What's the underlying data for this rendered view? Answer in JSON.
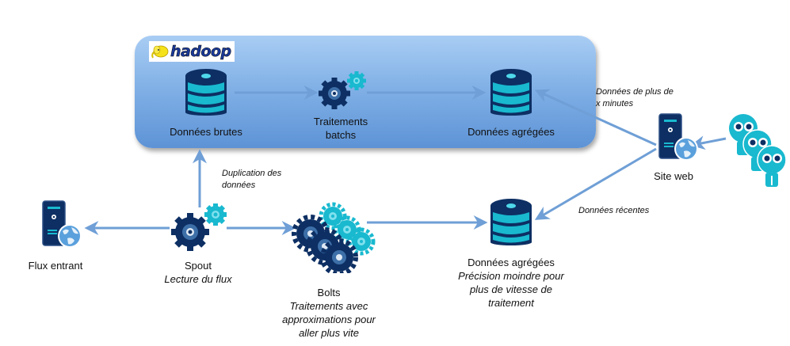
{
  "diagram": {
    "hadoop_group": {
      "logo_text": "hadoop",
      "nodes": {
        "raw_data": {
          "label": "Données brutes"
        },
        "batch_processing": {
          "label_line1": "Traitements",
          "label_line2": "batchs"
        },
        "aggregated_batch": {
          "label": "Données agrégées"
        }
      }
    },
    "nodes": {
      "incoming_stream": {
        "label": "Flux entrant"
      },
      "spout": {
        "label": "Spout",
        "sublabel": "Lecture du flux"
      },
      "bolts": {
        "label": "Bolts",
        "sublabel_line1": "Traitements avec",
        "sublabel_line2": "approximations pour",
        "sublabel_line3": "aller plus vite"
      },
      "aggregated_realtime": {
        "label": "Données agrégées",
        "sublabel_line1": "Précision moindre pour",
        "sublabel_line2": "plus de vitesse de",
        "sublabel_line3": "traitement"
      },
      "website": {
        "label": "Site web"
      },
      "users": {
        "label": ""
      }
    },
    "edge_labels": {
      "duplication": {
        "line1": "Duplication des",
        "line2": "données"
      },
      "older_data": {
        "line1": "Données de plus de",
        "line2": "x minutes"
      },
      "recent_data": {
        "line1": "Données récentes"
      }
    },
    "colors": {
      "navy": "#0d2f63",
      "teal": "#19b9cf",
      "arrow": "#6f9fd6",
      "box_top": "#a9cdf4",
      "box_bottom": "#5d93d6",
      "globe": "#5aa0dc"
    }
  }
}
